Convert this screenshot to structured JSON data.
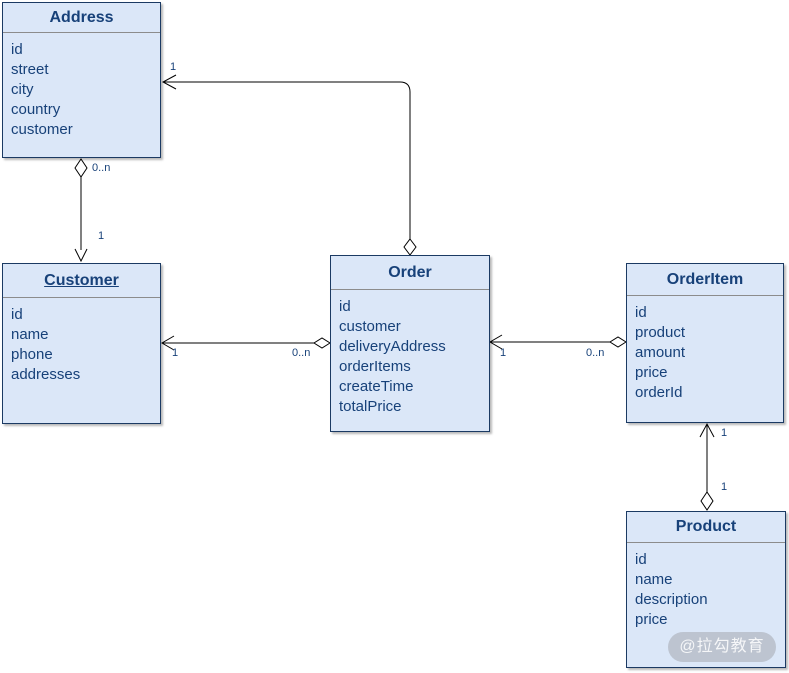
{
  "colors": {
    "fill": "#dbe7f8",
    "border": "#1b3a63",
    "text": "#174179",
    "divider": "#8c8c8c",
    "label": "#174179",
    "line": "#000000"
  },
  "entities": [
    {
      "name": "Address",
      "fields": [
        "id",
        "street",
        "city",
        "country",
        "customer"
      ]
    },
    {
      "name": "Customer",
      "fields": [
        "id",
        "name",
        "phone",
        "addresses"
      ]
    },
    {
      "name": "Order",
      "fields": [
        "id",
        "customer",
        "deliveryAddress",
        "orderItems",
        "createTime",
        "totalPrice"
      ]
    },
    {
      "name": "OrderItem",
      "fields": [
        "id",
        "product",
        "amount",
        "price",
        "orderId"
      ]
    },
    {
      "name": "Product",
      "fields": [
        "id",
        "name",
        "description",
        "price"
      ]
    }
  ],
  "connections": [
    {
      "id": "address-customer",
      "labels": [
        {
          "text": "0..n"
        },
        {
          "text": "1"
        }
      ]
    },
    {
      "id": "order-address",
      "labels": [
        {
          "text": "1"
        }
      ]
    },
    {
      "id": "order-customer",
      "labels": [
        {
          "text": "1"
        },
        {
          "text": "0..n"
        }
      ]
    },
    {
      "id": "orderitem-order",
      "labels": [
        {
          "text": "1"
        },
        {
          "text": "0..n"
        }
      ]
    },
    {
      "id": "orderitem-product",
      "labels": [
        {
          "text": "1"
        },
        {
          "text": "1"
        }
      ]
    }
  ],
  "watermark": {
    "text": "@拉勾教育"
  }
}
